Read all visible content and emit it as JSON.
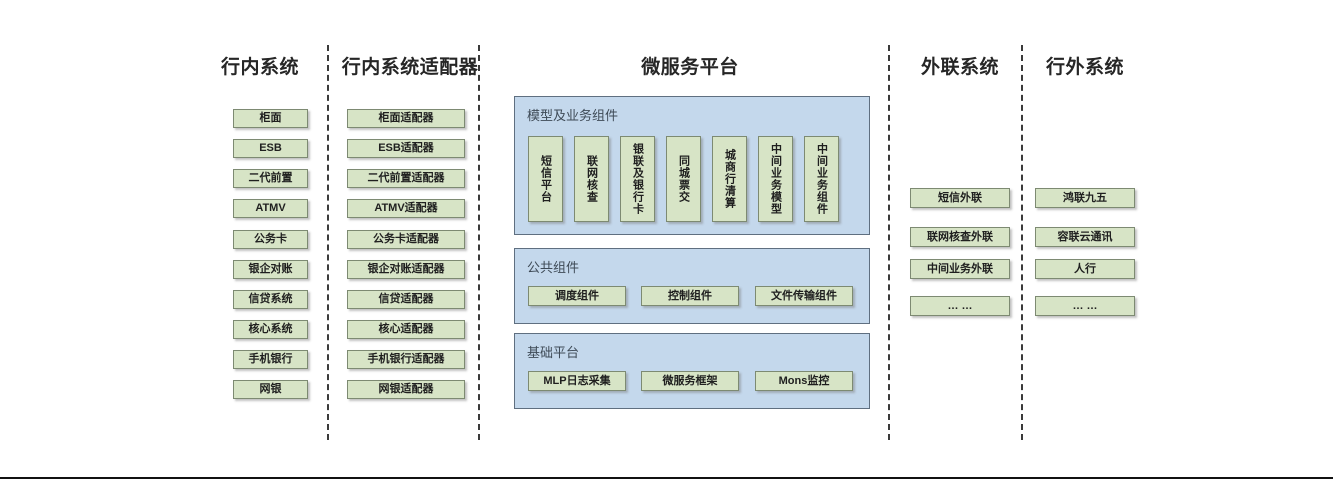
{
  "columns": {
    "in_bank": {
      "header": "行内系统",
      "items": [
        "柜面",
        "ESB",
        "二代前置",
        "ATMV",
        "公务卡",
        "银企对账",
        "信贷系统",
        "核心系统",
        "手机银行",
        "网银"
      ]
    },
    "in_bank_adapter": {
      "header": "行内系统适配器",
      "items": [
        "柜面适配器",
        "ESB适配器",
        "二代前置适配器",
        "ATMV适配器",
        "公务卡适配器",
        "银企对账适配器",
        "信贷适配器",
        "核心适配器",
        "手机银行适配器",
        "网银适配器"
      ]
    },
    "microservice": {
      "header": "微服务平台",
      "panels": [
        {
          "title": "模型及业务组件",
          "orientation": "vertical",
          "items": [
            "短信平台",
            "联网核查",
            "银联及银行卡",
            "同城票交",
            "城商行清算",
            "中间业务模型",
            "中间业务组件"
          ]
        },
        {
          "title": "公共组件",
          "orientation": "horizontal",
          "items": [
            "调度组件",
            "控制组件",
            "文件传输组件"
          ]
        },
        {
          "title": "基础平台",
          "orientation": "horizontal",
          "items": [
            "MLP日志采集",
            "微服务框架",
            "Mons监控"
          ]
        }
      ]
    },
    "external_link": {
      "header": "外联系统",
      "items": [
        "短信外联",
        "联网核查外联",
        "中间业务外联",
        "… …"
      ]
    },
    "outside_bank": {
      "header": "行外系统",
      "items": [
        "鸿联九五",
        "容联云通讯",
        "人行",
        "… …"
      ]
    }
  },
  "colors": {
    "node_fill": "#d7e4c6",
    "node_border": "#7d8a72",
    "panel_fill": "#c4d8ec",
    "panel_border": "#5f6f80",
    "separator": "#3a3a3a",
    "text": "#1f1f1f"
  }
}
